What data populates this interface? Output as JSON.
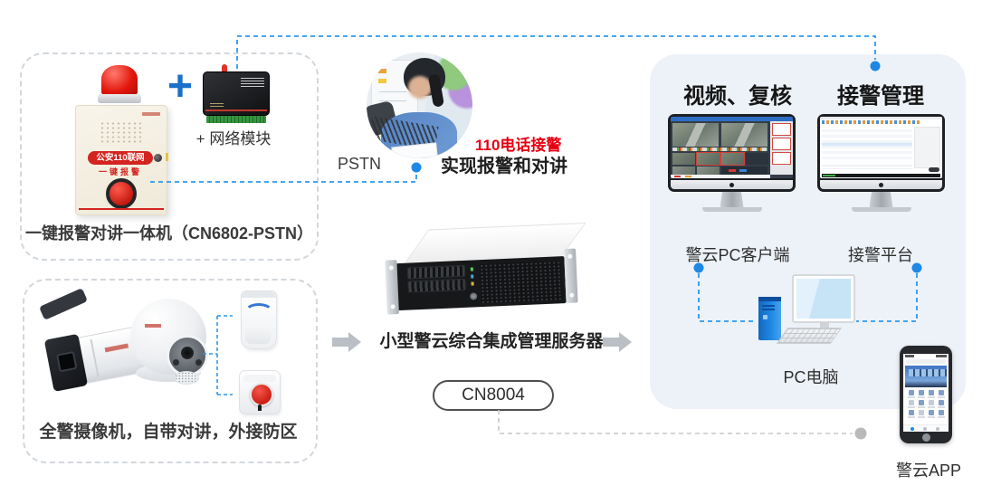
{
  "colors": {
    "line_blue": "#2b99ee",
    "dot_blue": "#1e88e5",
    "line_gray": "#c8c8c8",
    "dot_gray": "#b9b9b9",
    "panel_bg": "#edf2f8",
    "alert_red": "#e60012",
    "arrow_gray": "#b9bfc4"
  },
  "alarm_box": {
    "caption": "一键报警对讲一体机（CN6802-PSTN）",
    "device_badge": "公安110联网",
    "device_sub": "一键报警",
    "plus": "+",
    "module_caption": "+ 网络模块"
  },
  "pstn": {
    "label": "PSTN",
    "red_note": "110电话接警",
    "bold_note": "实现报警和对讲"
  },
  "camera_box": {
    "caption": "全警摄像机，自带对讲，外接防区"
  },
  "server": {
    "caption": "小型警云综合集成管理服务器",
    "model": "CN8004"
  },
  "platform_panel": {
    "video_heading": "视频、复核",
    "alarm_heading": "接警管理",
    "client_label": "警云PC客户端",
    "platform_label": "接警平台",
    "pc_label": "PC电脑"
  },
  "app": {
    "label": "警云APP"
  }
}
